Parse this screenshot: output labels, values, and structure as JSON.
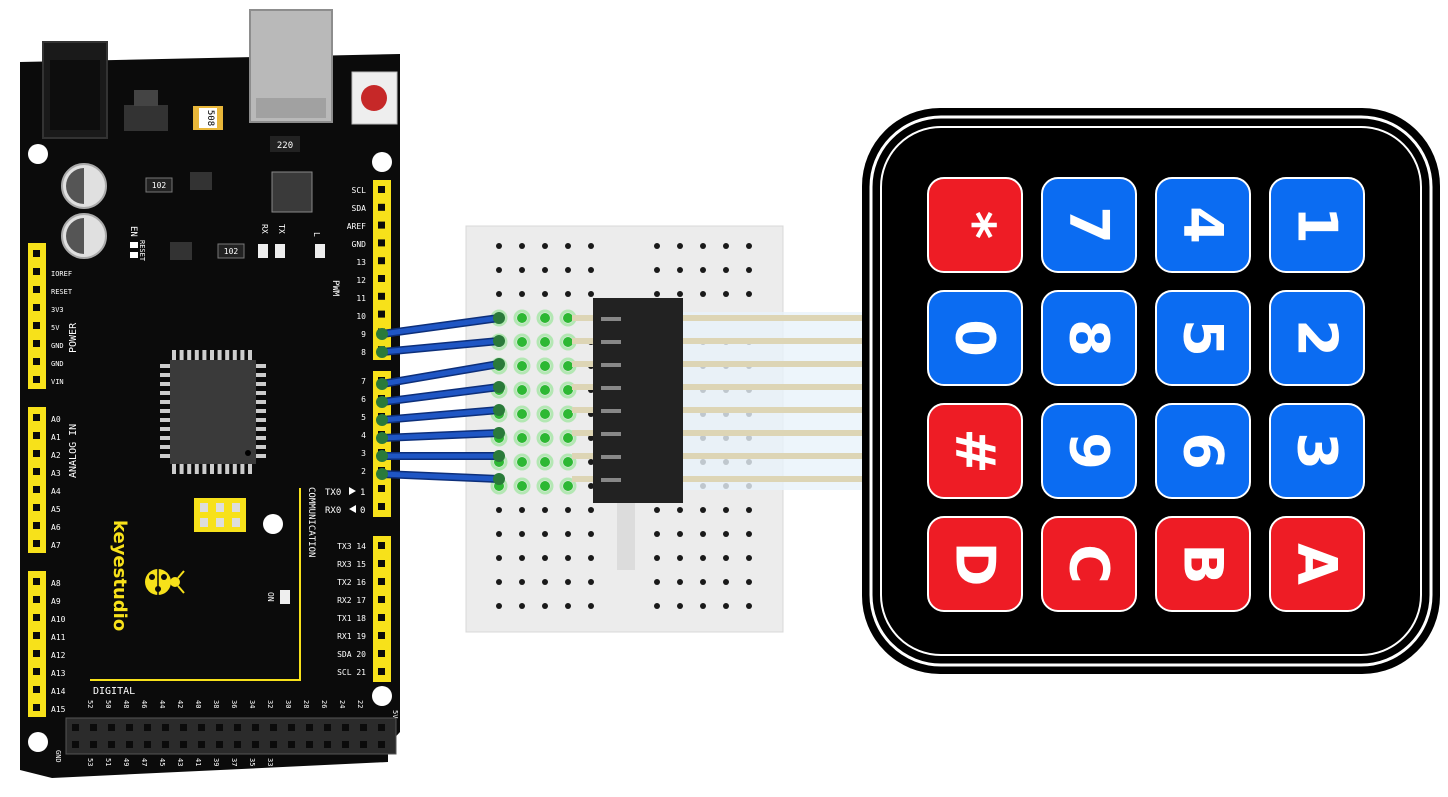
{
  "board": {
    "brand": "keyestudio",
    "usb_chip_label": "220",
    "fuse_label": "508",
    "chip_labels": [
      "102",
      "102"
    ],
    "status_labels": [
      "EN",
      "RESET",
      "RX",
      "TX",
      "L",
      "ON"
    ],
    "header_labels_right_top": [
      "SCL",
      "SDA",
      "AREF",
      "GND",
      "13",
      "12",
      "11",
      "10",
      "9",
      "8"
    ],
    "pwm_label": "PWM",
    "header_labels_right_mid": [
      "7",
      "6",
      "5",
      "4",
      "3",
      "2"
    ],
    "serial_labels": [
      "TX0",
      "RX0"
    ],
    "serial_numbers": [
      "1",
      "0"
    ],
    "communication_label": "COMMUNICATION",
    "comm_labels": [
      "TX3 14",
      "RX3 15",
      "TX2 16",
      "RX2 17",
      "TX1 18",
      "RX1 19",
      "SDA 20",
      "SCL 21"
    ],
    "power_labels": [
      "IOREF",
      "RESET",
      "3V3",
      "5V",
      "GND",
      "GND",
      "VIN"
    ],
    "power_title": "POWER",
    "analog_labels": [
      "A0",
      "A1",
      "A2",
      "A3",
      "A4",
      "A5",
      "A6",
      "A7"
    ],
    "analog_title": "ANALOG IN",
    "analog_labels_2": [
      "A8",
      "A9",
      "A10",
      "A11",
      "A12",
      "A13",
      "A14",
      "A15"
    ],
    "digital_title": "DIGITAL",
    "digital_top_labels": [
      "52",
      "50",
      "48",
      "46",
      "44",
      "42",
      "40",
      "38",
      "36",
      "34",
      "32",
      "30",
      "28",
      "26",
      "24",
      "22"
    ],
    "digital_bottom_labels": [
      "53",
      "51",
      "49",
      "47",
      "45",
      "43",
      "41",
      "39",
      "37",
      "35",
      "33"
    ],
    "gnd_label": "GND",
    "v5_label": "5V",
    "color_board": "#0b0b0b",
    "color_header": "#f7e11a"
  },
  "keypad": {
    "rows": [
      [
        {
          "label": "*",
          "color": "red"
        },
        {
          "label": "7",
          "color": "blue"
        },
        {
          "label": "4",
          "color": "blue"
        },
        {
          "label": "1",
          "color": "blue"
        }
      ],
      [
        {
          "label": "0",
          "color": "blue"
        },
        {
          "label": "8",
          "color": "blue"
        },
        {
          "label": "5",
          "color": "blue"
        },
        {
          "label": "2",
          "color": "blue"
        }
      ],
      [
        {
          "label": "#",
          "color": "red"
        },
        {
          "label": "9",
          "color": "blue"
        },
        {
          "label": "6",
          "color": "blue"
        },
        {
          "label": "3",
          "color": "blue"
        }
      ],
      [
        {
          "label": "D",
          "color": "red"
        },
        {
          "label": "C",
          "color": "red"
        },
        {
          "label": "B",
          "color": "red"
        },
        {
          "label": "A",
          "color": "red"
        }
      ]
    ],
    "color_red": "#ee1c25",
    "color_blue": "#0b6cf2"
  },
  "wiring": {
    "wire_color": "#1f56c4",
    "connected_pins": [
      "9",
      "8",
      "7",
      "6",
      "5",
      "4",
      "3",
      "2"
    ]
  }
}
